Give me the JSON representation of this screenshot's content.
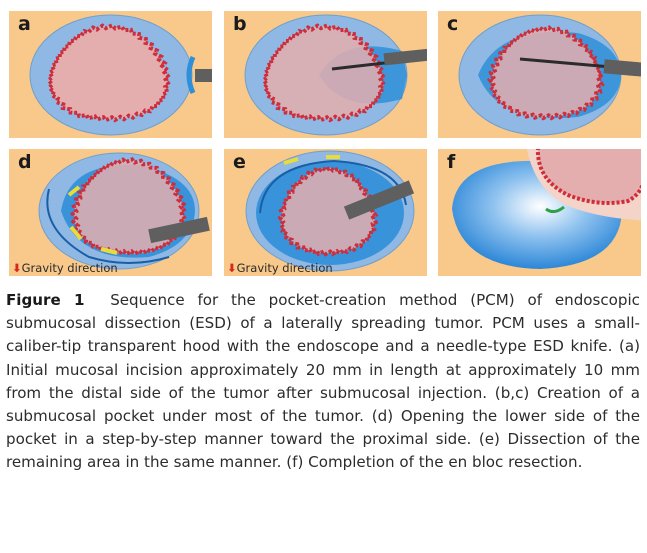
{
  "panels": [
    {
      "label": "a",
      "gravity_text": ""
    },
    {
      "label": "b",
      "gravity_text": ""
    },
    {
      "label": "c",
      "gravity_text": ""
    },
    {
      "label": "d",
      "gravity_text": "Gravity direction"
    },
    {
      "label": "e",
      "gravity_text": "Gravity direction"
    },
    {
      "label": "f",
      "gravity_text": ""
    }
  ],
  "gravity_arrow": "⬇",
  "caption": {
    "figure_label": "Figure 1",
    "text": "Sequence for the pocket-creation method (PCM) of endoscopic submucosal dissection (ESD) of a laterally spreading tumor. PCM uses a small-caliber-tip transparent hood with the endoscope and a needle-type ESD knife. (a) Initial mucosal incision approximately 20 mm in length at approximately 10 mm from the distal side of the tumor after submucosal injection. (b,c) Creation of a submucosal pocket under most of the tumor. (d) Opening the lower side of the pocket in a step-by-step manner toward the proximal side. (e) Dissection of the remaining area in the same manner. (f) Completion of the en bloc resection."
  },
  "colors": {
    "background_panel": "#f8c98a",
    "mucosa": "#8fb9e4",
    "pocket": "#2f8fd8",
    "tumor_fill": "#e4aeae",
    "tumor_border": "#cf2d3a",
    "hood": "#5f5f5f",
    "knife": "#2b2b2b",
    "arrow": "#e8dc3a",
    "gravity_arrow": "#d42a1e"
  }
}
